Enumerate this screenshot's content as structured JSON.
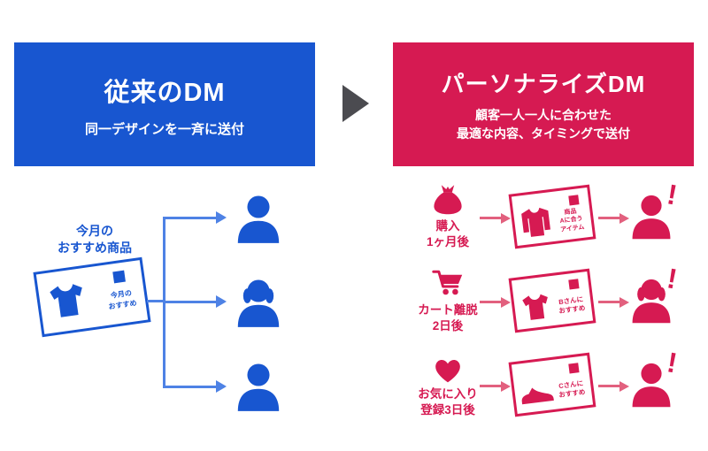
{
  "colors": {
    "blue": "#1856d0",
    "blue_connector": "#4e82e5",
    "red": "#d61a52",
    "red_connector": "#e2607e",
    "divider_gray": "#4b4b50",
    "background": "#ffffff"
  },
  "left_panel": {
    "title": "従来のDM",
    "subtitle": "同一デザインを一斉に送付",
    "label_line1": "今月の",
    "label_line2": "おすすめ商品",
    "card": {
      "icon": "tshirt-icon",
      "line1": "今月の",
      "line2": "おすすめ"
    },
    "recipients": [
      "male",
      "female",
      "male"
    ]
  },
  "divider": {
    "icon": "right-arrow"
  },
  "right_panel": {
    "title": "パーソナライズDM",
    "subtitle_line1": "顧客一人一人に合わせた",
    "subtitle_line2": "最適な内容、タイミングで送付",
    "rows": [
      {
        "trigger_icon": "pouch-icon",
        "trigger_line1": "購入",
        "trigger_line2": "1ヶ月後",
        "card_icon": "sweater-icon",
        "card_line1": "商品",
        "card_line2": "Aに合う",
        "card_line3": "アイテム",
        "person": "male",
        "exclamation": "!"
      },
      {
        "trigger_icon": "cart-icon",
        "trigger_line1": "カート離脱",
        "trigger_line2": "2日後",
        "card_icon": "tshirt-icon",
        "card_line1": "Bさんに",
        "card_line2": "おすすめ",
        "person": "female",
        "exclamation": "!"
      },
      {
        "trigger_icon": "heart-icon",
        "trigger_line1": "お気に入り",
        "trigger_line2": "登録3日後",
        "card_icon": "sneaker-icon",
        "card_line1": "Cさんに",
        "card_line2": "おすすめ",
        "person": "male",
        "exclamation": "!"
      }
    ]
  }
}
